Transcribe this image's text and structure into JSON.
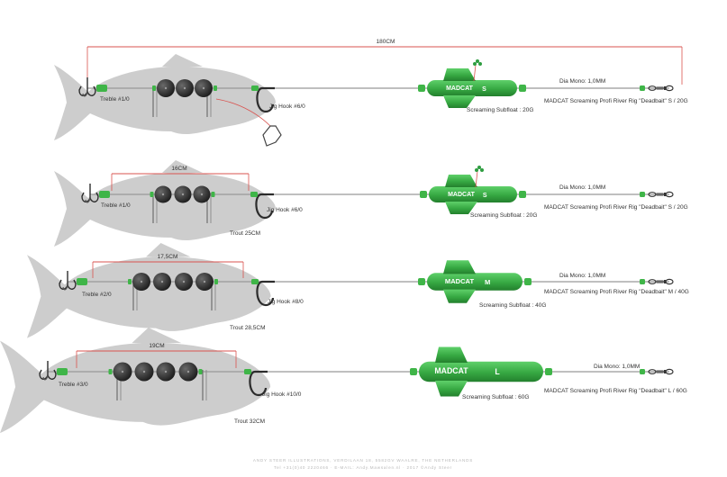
{
  "rigs": [
    {
      "dimension": "180CM",
      "treble": "Treble #1/0",
      "jig_hook": "Jig Hook #6/0",
      "fish_size": "",
      "subfloat": "Screaming Subfloat : 20G",
      "float_size": "S",
      "float_brand": "MADCAT",
      "mono": "Dia Mono: 1,0MM",
      "product": "MADCAT Screaming Profi River Rig \"Deadbait\" S / 20G"
    },
    {
      "dimension": "16CM",
      "treble": "Treble #1/0",
      "jig_hook": "Jig Hook #6/0",
      "fish_size": "Trout 25CM",
      "subfloat": "Screaming Subfloat : 20G",
      "float_size": "S",
      "float_brand": "MADCAT",
      "mono": "Dia Mono: 1,0MM",
      "product": "MADCAT Screaming Profi River Rig \"Deadbait\" S / 20G"
    },
    {
      "dimension": "17,5CM",
      "treble": "Treble #2/0",
      "jig_hook": "Jig Hook #8/0",
      "fish_size": "Trout 28,5CM",
      "subfloat": "Screaming Subfloat : 40G",
      "float_size": "M",
      "float_brand": "MADCAT",
      "mono": "Dia Mono: 1,0MM",
      "product": "MADCAT Screaming Profi River Rig \"Deadbait\" M / 40G"
    },
    {
      "dimension": "19CM",
      "treble": "Treble #3/0",
      "jig_hook": "Jig Hook #10/0",
      "fish_size": "Trout 32CM",
      "subfloat": "Screaming Subfloat : 60G",
      "float_size": "L",
      "float_brand": "MADCAT",
      "mono": "Dia Mono: 1,0MM",
      "product": "MADCAT Screaming Profi River Rig \"Deadbait\" L / 60G"
    }
  ],
  "credits": {
    "line1": "ANDY STEER ILLUSTRATIONS, VERDILAAN 18, 5582GV WAALRE, THE NETHERLANDS",
    "line2": "Tel +31(0)40 2220466 · E-MAIL: Andy.Mawsalen.nl · 2017 ©Andy Steer"
  },
  "colors": {
    "fish": "#cdcdcd",
    "float": "#3fb548",
    "float_dark": "#2a8f35",
    "bead": "#3a3a3a",
    "dimension_line": "#d9534f",
    "line": "#999999"
  }
}
